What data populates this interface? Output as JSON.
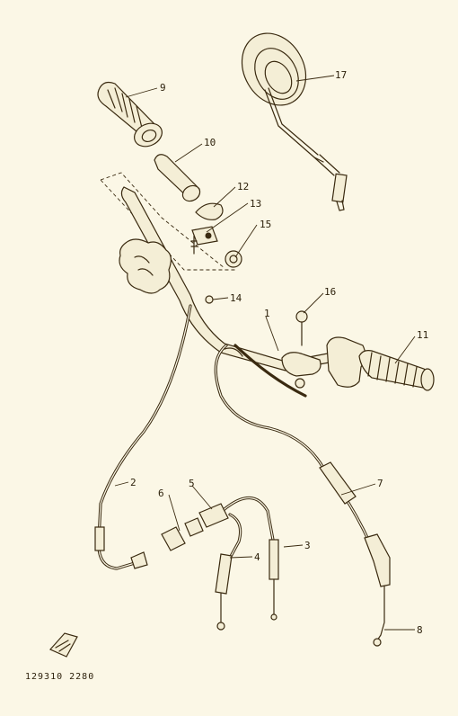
{
  "callouts": [
    {
      "id": "1",
      "text": "1"
    },
    {
      "id": "2",
      "text": "2"
    },
    {
      "id": "3",
      "text": "3"
    },
    {
      "id": "4",
      "text": "4"
    },
    {
      "id": "5",
      "text": "5"
    },
    {
      "id": "6",
      "text": "6"
    },
    {
      "id": "7",
      "text": "7"
    },
    {
      "id": "8",
      "text": "8"
    },
    {
      "id": "9",
      "text": "9"
    },
    {
      "id": "10",
      "text": "10"
    },
    {
      "id": "11",
      "text": "11"
    },
    {
      "id": "12",
      "text": "12"
    },
    {
      "id": "13",
      "text": "13"
    },
    {
      "id": "14",
      "text": "14"
    },
    {
      "id": "15",
      "text": "15"
    },
    {
      "id": "16",
      "text": "16"
    },
    {
      "id": "17",
      "text": "17"
    }
  ],
  "drawing_code": "129310 2280"
}
